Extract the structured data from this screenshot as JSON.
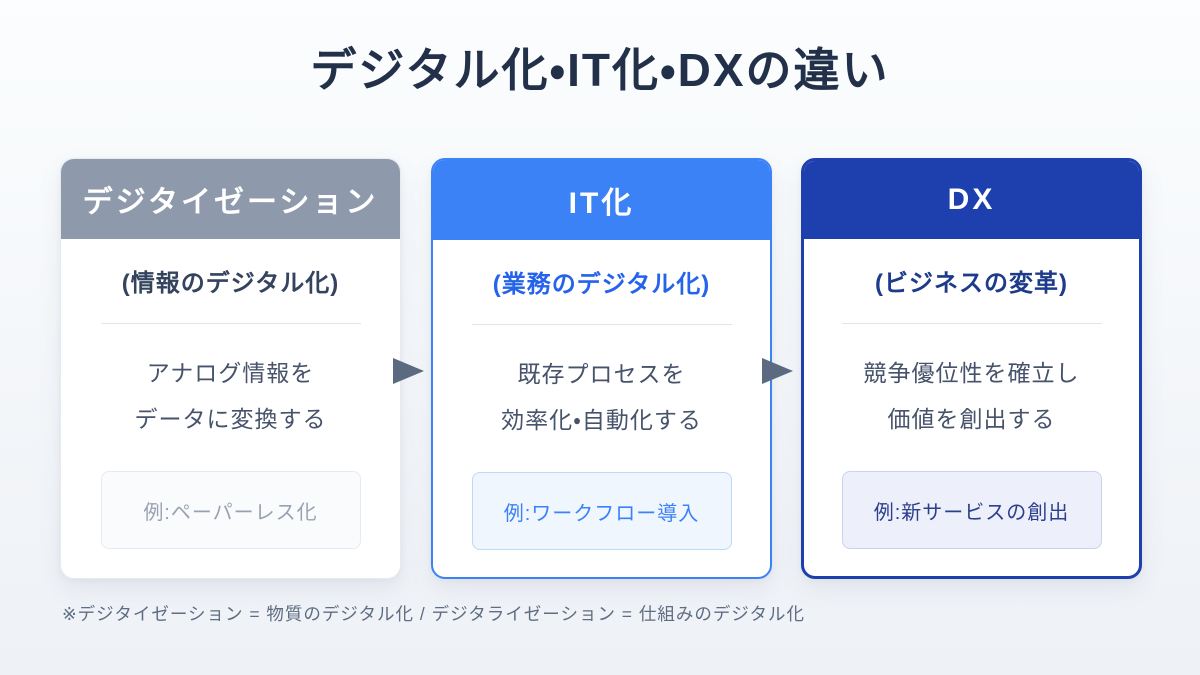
{
  "title": "デジタル化・IT化・DXの違い",
  "footnote": "※デジタイゼーション = 物質のデジタル化 / デジタライゼーション = 仕組みのデジタル化",
  "arrow": {
    "glyph": "▶",
    "color": "#5b6a80"
  },
  "page_colors": {
    "background_top": "#fbfdfe",
    "background_bottom": "#eef1f6",
    "title_text": "#22304a",
    "footnote_text": "#5f6d82"
  },
  "cards": [
    {
      "id": "digitization",
      "header_label": "デジタイゼーション",
      "subtitle": "(情報のデジタル化)",
      "description_lines": [
        "アナログ情報を",
        "データに変換する"
      ],
      "example_label": "例:ペーパーレス化",
      "colors": {
        "header-bg": "#8e9aac",
        "header-text": "#ffffff",
        "border": "#e7ebf1",
        "subtitle-text": "#34435e",
        "body-text": "#47536a",
        "example-text": "#99a2b2",
        "example-bg": "#fafbfd",
        "example-border": "#e6eaf1"
      }
    },
    {
      "id": "it-ka",
      "header_label": "IT化",
      "subtitle": "(業務のデジタル化)",
      "description_lines": [
        "既存プロセスを",
        "効率化・自動化する"
      ],
      "example_label": "例:ワークフロー導入",
      "colors": {
        "header-bg": "#3b82f6",
        "header-text": "#ffffff",
        "border": "#3b82f6",
        "subtitle-text": "#2563eb",
        "body-text": "#47536a",
        "example-text": "#3b82f6",
        "example-bg": "#f0f6fe",
        "example-border": "#bdd8fb"
      }
    },
    {
      "id": "dx",
      "header_label": "DX",
      "subtitle": "(ビジネスの変革)",
      "description_lines": [
        "競争優位性を確立し",
        "価値を創出する"
      ],
      "example_label": "例:新サービスの創出",
      "colors": {
        "header-bg": "#1e40af",
        "header-text": "#ffffff",
        "border": "#1e40af",
        "subtitle-text": "#1e3a8a",
        "body-text": "#47536a",
        "example-text": "#2c3e8c",
        "example-bg": "#edf0fb",
        "example-border": "#c9d2f0"
      }
    }
  ]
}
